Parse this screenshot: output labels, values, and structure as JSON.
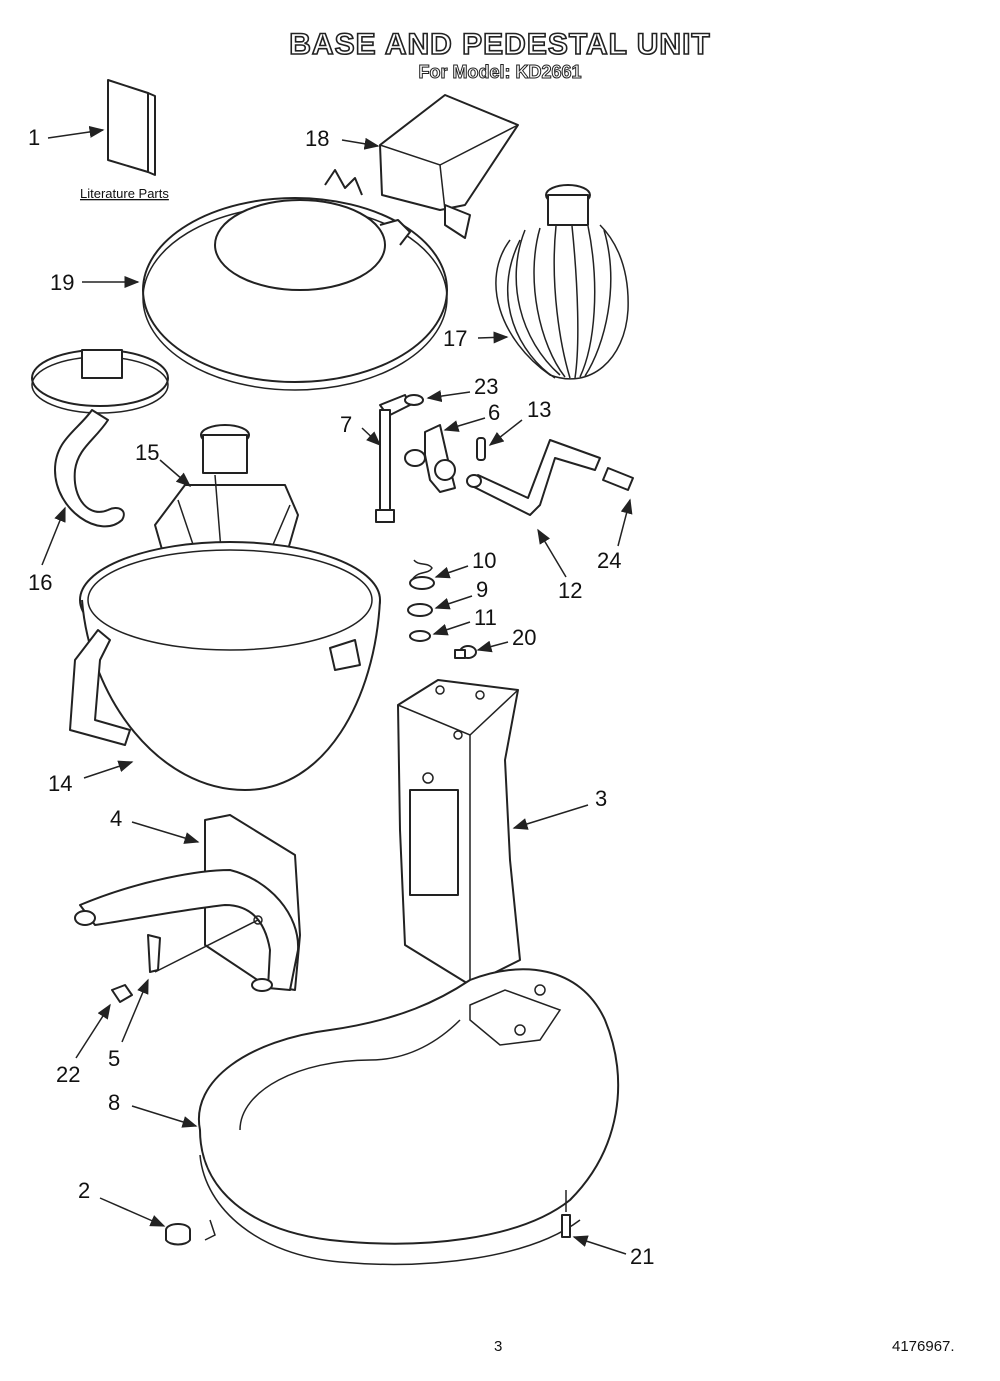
{
  "header": {
    "title": "BASE AND PEDESTAL UNIT",
    "subtitle": "For Model: KD2661"
  },
  "literature_label": "Literature Parts",
  "callouts": [
    {
      "id": "1"
    },
    {
      "id": "2"
    },
    {
      "id": "3"
    },
    {
      "id": "4"
    },
    {
      "id": "5"
    },
    {
      "id": "6"
    },
    {
      "id": "7"
    },
    {
      "id": "8"
    },
    {
      "id": "9"
    },
    {
      "id": "10"
    },
    {
      "id": "11"
    },
    {
      "id": "12"
    },
    {
      "id": "13"
    },
    {
      "id": "14"
    },
    {
      "id": "15"
    },
    {
      "id": "16"
    },
    {
      "id": "17"
    },
    {
      "id": "18"
    },
    {
      "id": "19"
    },
    {
      "id": "20"
    },
    {
      "id": "21"
    },
    {
      "id": "22"
    },
    {
      "id": "23"
    },
    {
      "id": "24"
    }
  ],
  "footer": {
    "page_number": "3",
    "doc_number": "4176967."
  }
}
